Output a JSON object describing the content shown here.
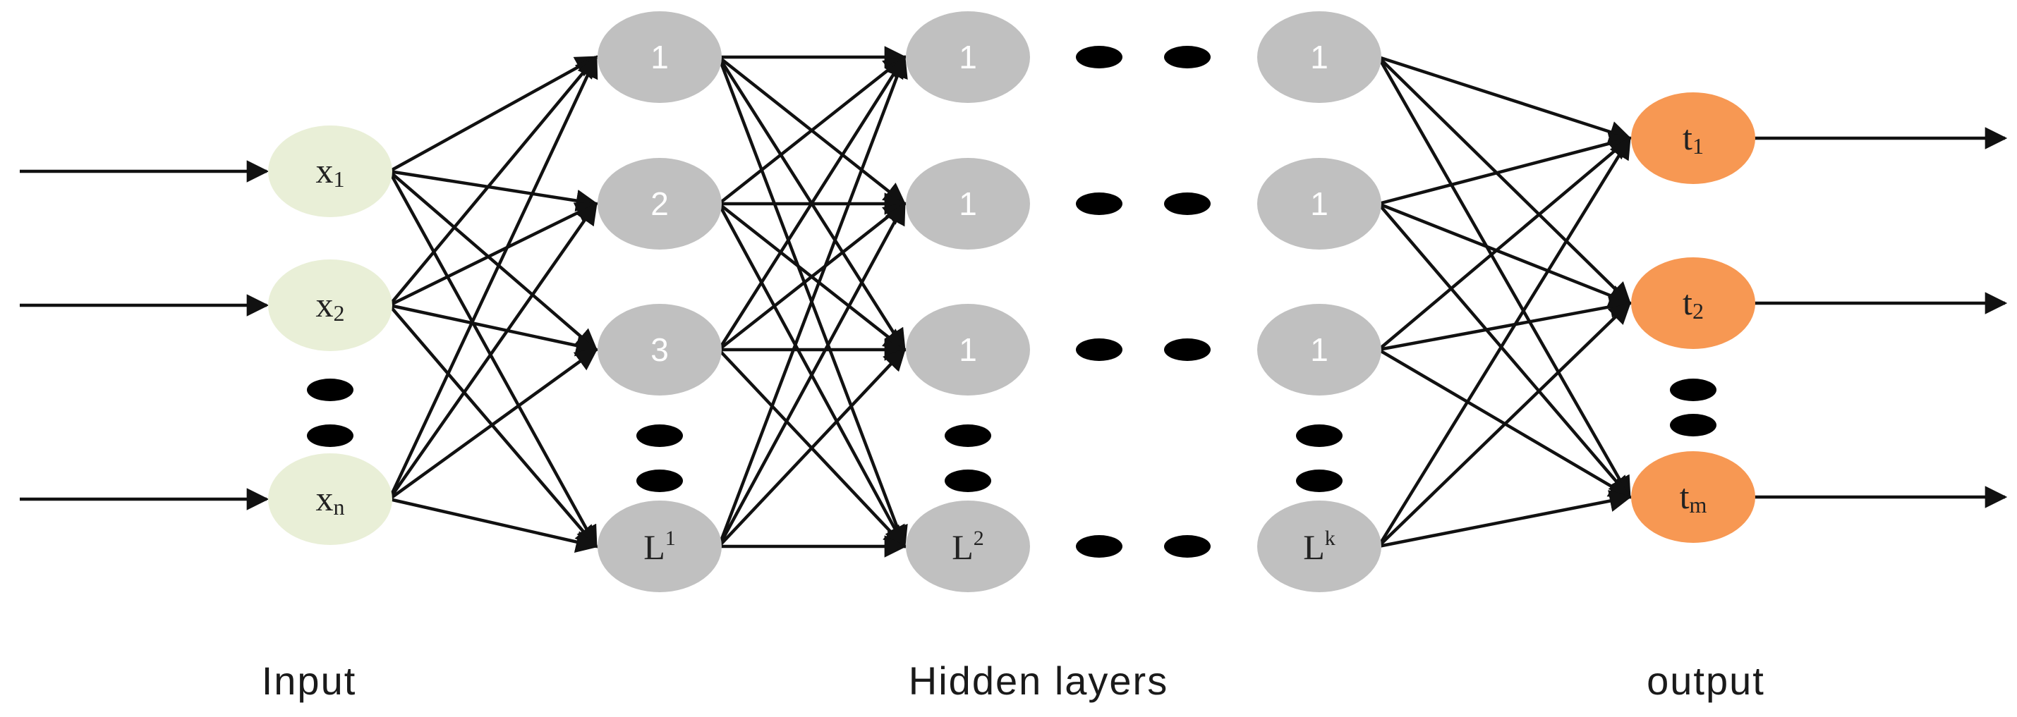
{
  "colors": {
    "input_node": "#e9efd7",
    "hidden_node": "#c0c0c0",
    "output_node": "#f79853",
    "edge": "#111111"
  },
  "captions": {
    "input": "Input",
    "hidden": "Hidden layers",
    "output": "output"
  },
  "input_nodes": [
    {
      "base": "x",
      "sub": "1"
    },
    {
      "base": "x",
      "sub": "2"
    },
    {
      "base": "x",
      "sub": "n"
    }
  ],
  "hidden_layer_1": [
    {
      "base": "1",
      "sup": ""
    },
    {
      "base": "2",
      "sup": ""
    },
    {
      "base": "3",
      "sup": ""
    },
    {
      "base": "L",
      "sup": "1"
    }
  ],
  "hidden_layer_2": [
    {
      "base": "1",
      "sup": ""
    },
    {
      "base": "1",
      "sup": ""
    },
    {
      "base": "1",
      "sup": ""
    },
    {
      "base": "L",
      "sup": "2"
    }
  ],
  "hidden_layer_k": [
    {
      "base": "1",
      "sup": ""
    },
    {
      "base": "1",
      "sup": ""
    },
    {
      "base": "1",
      "sup": ""
    },
    {
      "base": "L",
      "sup": "k"
    }
  ],
  "output_nodes": [
    {
      "base": "t",
      "sub": "1"
    },
    {
      "base": "t",
      "sub": "2"
    },
    {
      "base": "t",
      "sub": "m"
    }
  ]
}
